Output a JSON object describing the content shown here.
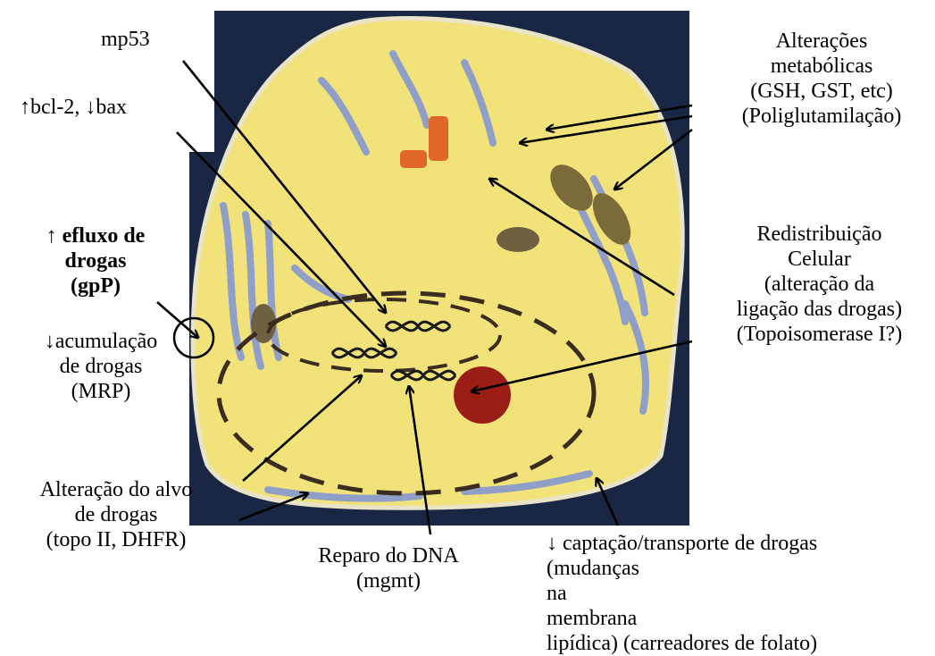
{
  "labels": {
    "mp53": "mp53",
    "bcl": "↑bcl-2, ↓bax",
    "efflux": [
      "↑ efluxo de",
      "drogas",
      "(gpP)"
    ],
    "accumulation": [
      "↓acumulação",
      "de drogas",
      "(MRP)"
    ],
    "target": [
      "Alteração do alvo",
      "de drogas",
      "(topo II, DHFR)"
    ],
    "repair": [
      "Reparo do DNA",
      "(mgmt)"
    ],
    "metabolic": [
      "Alterações",
      "metabólicas",
      "(GSH, GST, etc)",
      "(Poliglutamilação)"
    ],
    "redistribution": [
      "Redistribuição",
      "Celular",
      "(alteração da",
      "ligação das drogas)",
      "(Topoisomerase I?)"
    ],
    "uptake": {
      "line1": "↓ captação/transporte de drogas",
      "line2_words": [
        "(mudanças",
        "na",
        "membrana"
      ],
      "line3": "lipídica) (carreadores de folato)"
    }
  },
  "colors": {
    "background_panel": "#1a2744",
    "cytoplasm": "#f2e27a",
    "membrane": "#e9e3c8",
    "organelle_blue": "#8f9fc8",
    "mitochondria": "#7b6a3a",
    "nucleolus": "#9a1d16",
    "golgi_orange": "#e0662a",
    "arrow": "#000000"
  }
}
